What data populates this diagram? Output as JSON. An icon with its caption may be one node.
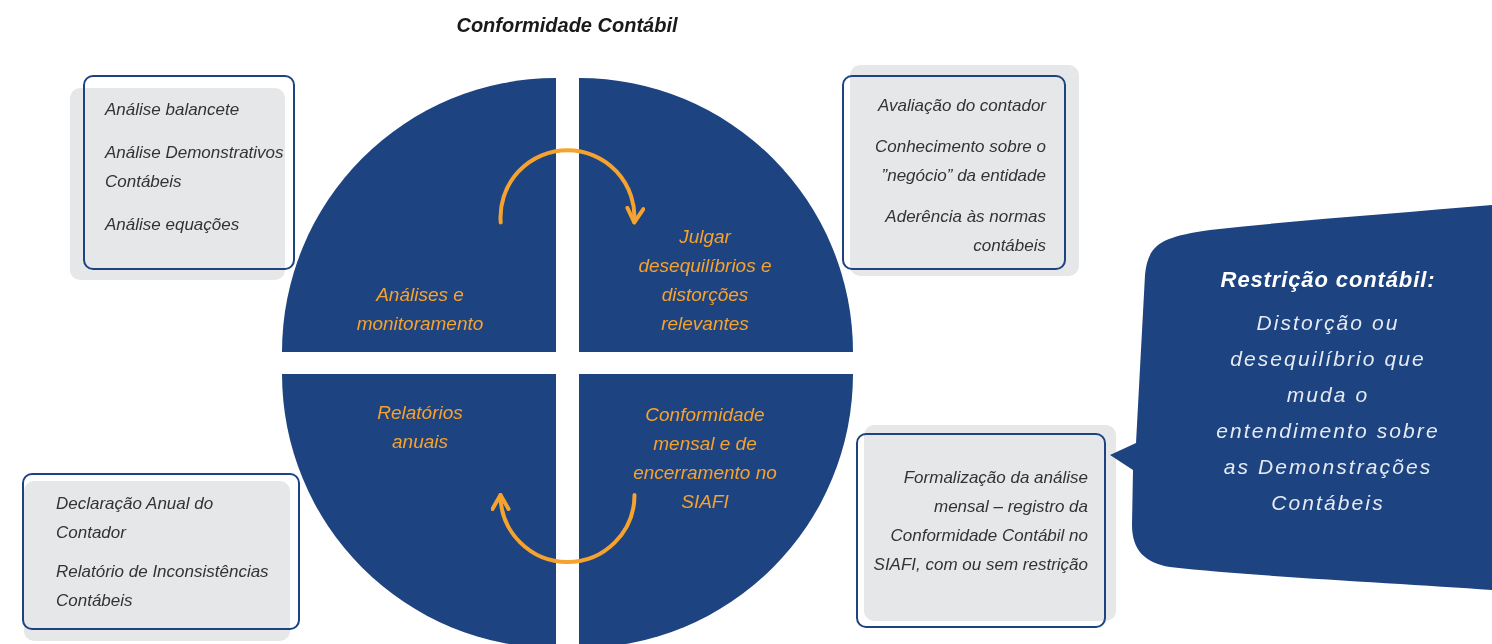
{
  "diagram": {
    "title": "Conformidade Contábil",
    "nodes": [
      {
        "text": [
          "Análises e monitoramento"
        ]
      },
      {
        "text": [
          "Julgar desequilíbrios e distorções relevantes"
        ]
      },
      {
        "text": [
          "Conformidade mensal e de encerramento no SIAFI"
        ]
      },
      {
        "text": [
          "Relatórios anuais"
        ]
      },
      {
        "text": [
          "Análise balancete",
          "Análise Demonstrativos Contábeis",
          "Análise equações"
        ]
      },
      {
        "text": [
          "Avaliação do contador",
          "Conhecimento  sobre o ”negócio” da entidade",
          "Aderência às normas contábeis"
        ]
      },
      {
        "text": [
          "Declaração Anual do Contador",
          "Relatório de Inconsistências Contábeis"
        ]
      },
      {
        "text": [
          "Formalização da análise mensal – registro da Conformidade Contábil no SIAFI, com ou sem restrição"
        ]
      },
      {
        "text": [
          "Restrição contábil:",
          "Distorção ou desequilíbrio que muda o entendimento sobre as Demonstrações Contábeis"
        ]
      }
    ],
    "edges": [
      {
        "from": 0,
        "to": 1,
        "arrow": "to"
      },
      {
        "from": 2,
        "to": 3,
        "arrow": "to"
      }
    ]
  }
}
